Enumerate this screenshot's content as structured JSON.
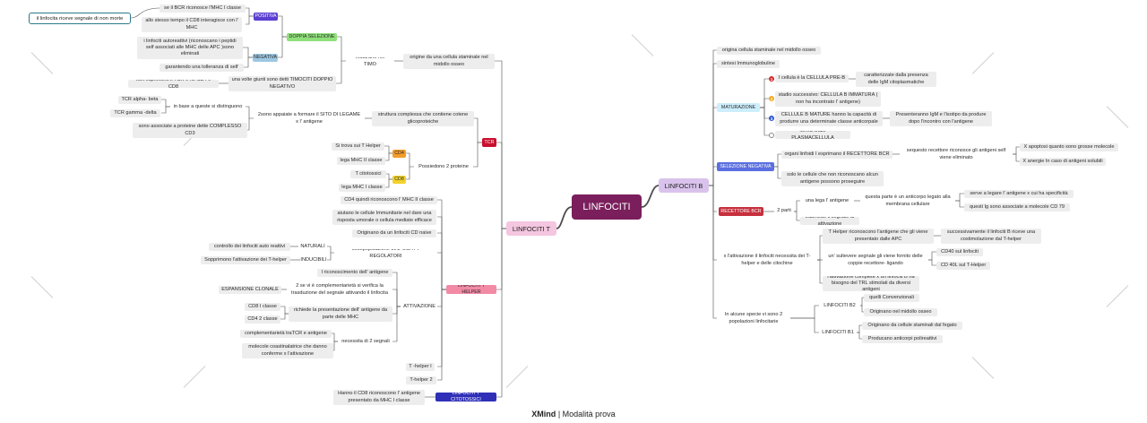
{
  "central": "LINFOCITI",
  "colors": {
    "central": "#7a1f5c",
    "t_cells": "#f4c6e0",
    "b_cells": "#d9c3ec",
    "wire": "#4d4d4d"
  },
  "footer": {
    "brand": "XMind",
    "mode": "Modalità prova"
  },
  "left": {
    "title": "LINFOCITI T",
    "callout": "il linfocita riceve segnale di non morte",
    "maturazione": {
      "origin": "origine da una cellula staminale nel midollo osseo",
      "matures": "maturano nel TIMO",
      "double": "DOPPIA SELEZIONE",
      "positive": "POSITIVA",
      "pos_items": [
        "se il BCR riconosce l'MHC I classe",
        "allo stesso tempo il CD8 interagisce con l' MHC"
      ],
      "negative": "NEGATIVA",
      "neg_items": [
        "i linfociti autoreattivi (riconoscano i peptidi self associati alle MHC delle APC )sono eliminati",
        "garantendo una tolleranza di self"
      ],
      "dp_node": "una volte giunti sono detti TIMOCITI DOPPIO NEGATIVO",
      "dp_child": "non esprimono il TCR e nè CD4 e CD8"
    },
    "tcr": {
      "label": "TCR",
      "structure": "struttura complessa che contiene cotene glicoproteiche",
      "chains": "2sono appaiate a formare il SITO DI LEGAME x l' antigene",
      "basis": "in base a queste si distinguono",
      "alpha": "TCR alpha- beta",
      "gamma": "TCR gamma -delta",
      "cd3": "sono associate a proteine dette COMPLESSO CD3",
      "two_proteins": "Possiedono 2 proteine",
      "cd4": "CD4",
      "cd4_items": [
        "Si trova sui T Helper",
        "lega MHC II classe"
      ],
      "cd8": "CD8",
      "cd8_items": [
        "T citotossici",
        "lega MHC I classe"
      ]
    },
    "helper": {
      "label": "LINFOCITI T HELPER",
      "items": [
        "CD4 quindi riconoscono l' MHC II classe",
        "aiutano le cellule Immunitarie nel dare una risposta umorale o cellula mediate efficace",
        "Originano da un linfociti CD naive"
      ],
      "regulators": "sottopopolazione LINFOCITI T REGOLATORI",
      "natural": "NATURALI",
      "natural_child": "controllo dei linfociti auto reattivi",
      "induced": "INDUCIBILI",
      "induced_child": "Sopprimono l'attivazione dei T-helper",
      "activation": "ATTIVAZIONE",
      "act_items": [
        "I riconoscimento dell' antigene"
      ],
      "signal": "2 se vi è complementarietà si verifica la trasduzione del segnale attivando il linfocita",
      "clonal": "ESPANSIONE CLONALE",
      "mhc": "richiede la presentazione dell' antigene da parte delle MHC",
      "mhc_items": [
        "CD8 I classe",
        "CD4 2 classe"
      ],
      "two_signals": "necessita di 2 segnali",
      "two_signals_items": [
        "complementarietà traTCR e antigene",
        "molecole coastinalatrice che danno conferme x l'attivazione"
      ],
      "th1": "T -helper I",
      "th2": "T-helper 2"
    },
    "cytotoxic": {
      "label": "LINFOCITI T CITOTOSSICI",
      "child": "Hanno il CD8 riconoscono l' antigene presentato da MHC I classe"
    }
  },
  "right": {
    "title": "LINFOCITI B",
    "origin": "origina cellula staminale nel midollo osseo",
    "synth": "sintesi Immunoglobuline",
    "maturation": {
      "label": "MATURAZIONE",
      "steps": [
        {
          "icon": "1",
          "text": "I cellula è la CELLULA PRE-B",
          "note": "caratterizzate dalla presenza delle IgM citoplasmatiche"
        },
        {
          "icon": "2",
          "text": "stadio successivo: CELLULA B IMMATURA ( non ha incontrato l' antigene)",
          "note": ""
        },
        {
          "icon": "3",
          "text": "CELLULE B MATURE hanno la capacità di produrre una determinate classe anticorpale",
          "note": "Presenteranno IgM e l'isotipo da produre dopo l'incontro con l'antigene"
        },
        {
          "icon": "",
          "text": "forma finale PLASMACELLULA",
          "note": ""
        }
      ]
    },
    "negative": {
      "label": "SELEZIONE NEGATIVA",
      "bcr": "organi linfoidi I esprimano il RECETTORE BCR",
      "recognize": "sequesto recettore riconosce gli antigeni self viene eliminato",
      "outcomes": [
        "X apoptosi quanto sono grosse molecole",
        "X anergie In caso di antigeni solubili"
      ],
      "survive": "solo le cellule che non riconoscano alcun antigene possono proseguire"
    },
    "receptor": {
      "label": "RECETTORE BCR",
      "parts": "2 parti",
      "binds": "una lega l' antigene",
      "antibody": "questa parte è un anticorpo legato alla membrana cellulare",
      "antibody_items": [
        "serve a legare l' antigene x cui ha specificità",
        "questi Ig sono associate a molecole CD 79"
      ],
      "transmits": "trasmette il segnale di attivazione"
    },
    "activation": {
      "label": "x l'attivazione il linfociti necessita dei T-helper e delle citochine",
      "th_rec": "T Helper riconoscono l'antigene che gli viene presentato dalle APC",
      "costim": "successivamente il linfociti B riceve una costimolazione dal T-helper",
      "signal": "un' sultevere segnale gli viene fornito delle coppie recettore- ligando",
      "pairs": [
        "CD40 sul linfociti",
        "CD 40L sul T-Helper"
      ],
      "complete": "l'attivazione complete x un linfociti B ha bisogno del TRL stimolati da diversi antigeni"
    },
    "subpops": {
      "label": "In alcune specie vi sono 2 popolazioni linfocitarie",
      "b2": "LINFOCITI B2",
      "b2_items": [
        "quelli Convenzionali",
        "Originano nel midollo osseo"
      ],
      "b1": "LINFOCITI B1",
      "b1_items": [
        "Originano da cellule staminali dal fegato",
        "Producano anticorpi polireattivi"
      ]
    }
  }
}
